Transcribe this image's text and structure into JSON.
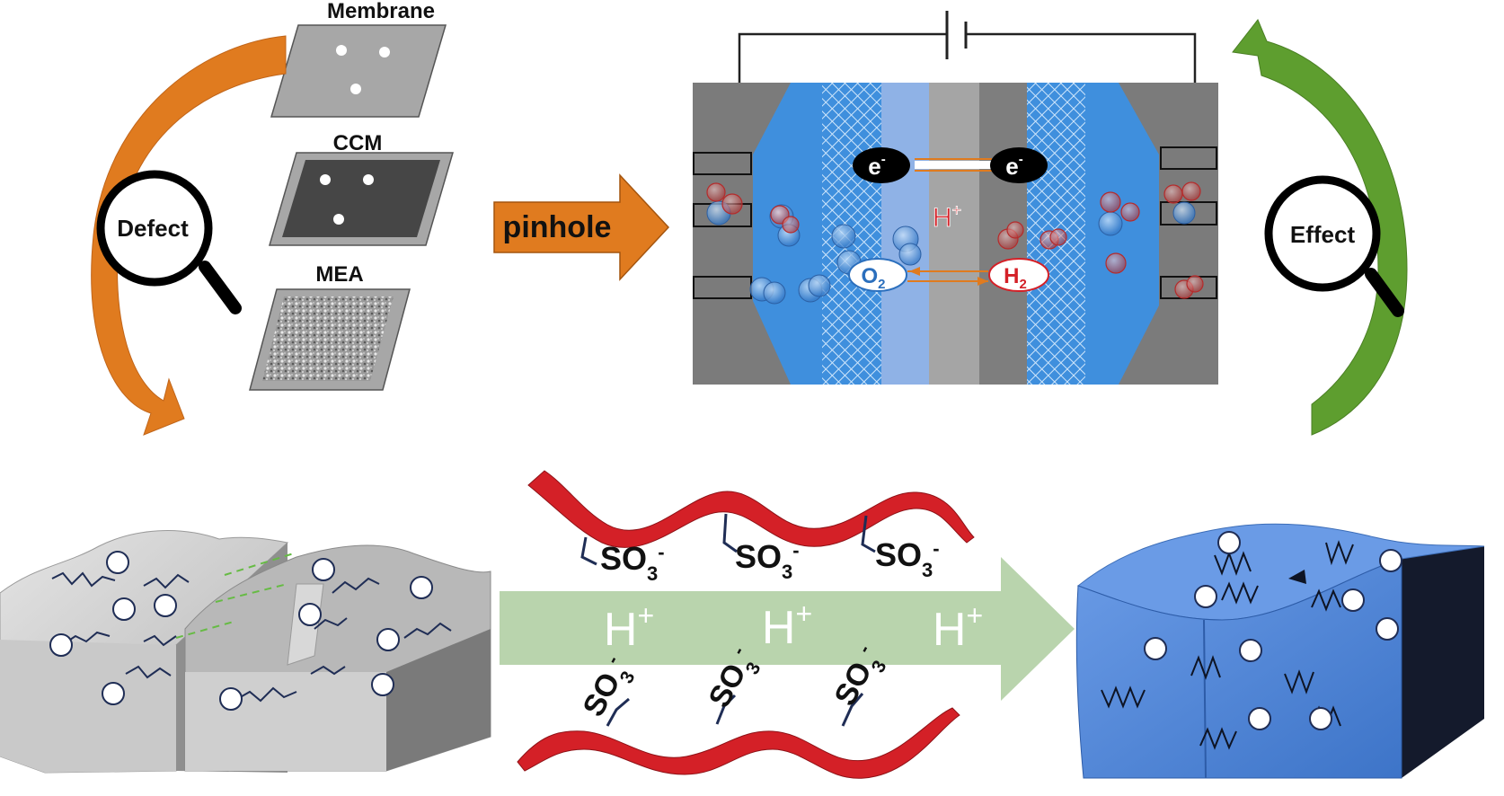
{
  "top_left": {
    "stack_labels": [
      "Membrane",
      "CCM",
      "MEA"
    ],
    "magnifier_label": "Defect"
  },
  "pinhole_arrow_label": "pinhole",
  "fuel_cell": {
    "electron_label": "e",
    "electron_charge": "-",
    "proton_label": "H",
    "proton_charge": "+",
    "oxygen_label": "O",
    "oxygen_subscript": "2",
    "hydrogen_label": "H",
    "hydrogen_subscript": "2"
  },
  "top_right": {
    "magnifier_label": "Effect"
  },
  "bottom": {
    "sulfonate_label": "SO",
    "sulfonate_subscript": "3",
    "sulfonate_charge": "-",
    "proton_label": "H",
    "proton_charge": "+"
  },
  "colors": {
    "orange_arrow": "#e07b1f",
    "green_arrow": "#5e9e2f",
    "cell_blue": "#3f8fdd",
    "membrane_blue": "#8fb2e6",
    "polymer_red": "#d42027",
    "proton_arrow": "#b9d4ad",
    "block_blue": "#4f86d8"
  }
}
